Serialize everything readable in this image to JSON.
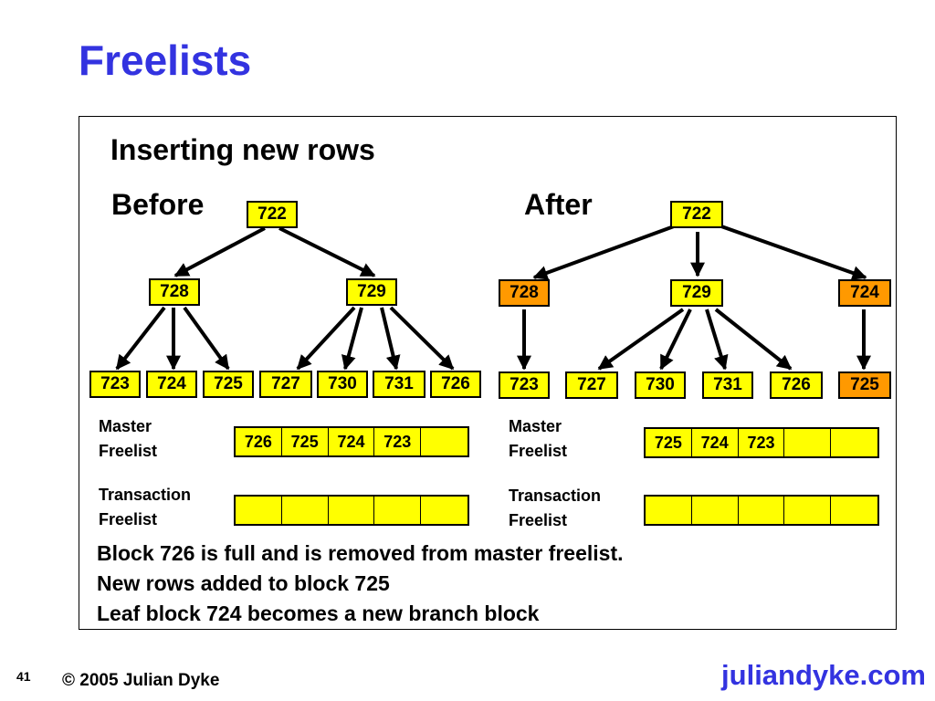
{
  "slide": {
    "title": "Freelists",
    "subtitle": "Inserting new rows",
    "before_label": "Before",
    "after_label": "After",
    "master_freelist_label": [
      "Master",
      "Freelist"
    ],
    "transaction_freelist_label": [
      "Transaction",
      "Freelist"
    ],
    "notes": [
      "Block 726 is full and is removed from master freelist.",
      "New rows added to block 725",
      "Leaf block 724 becomes a new branch block"
    ],
    "page_number": "41",
    "copyright": "© 2005 Julian Dyke",
    "website": "juliandyke.com"
  },
  "colors": {
    "title": "#3333e0",
    "block": "#ffff00",
    "changed_block": "#ff9900"
  },
  "before": {
    "root": "722",
    "branches": [
      "728",
      "729"
    ],
    "leaves": [
      "723",
      "724",
      "725",
      "727",
      "730",
      "731",
      "726"
    ],
    "master_freelist": [
      "726",
      "725",
      "724",
      "723",
      ""
    ],
    "transaction_freelist": [
      "",
      "",
      "",
      "",
      ""
    ]
  },
  "after": {
    "root": "722",
    "branches": [
      "728",
      "729",
      "724"
    ],
    "leaves": [
      "723",
      "727",
      "730",
      "731",
      "726",
      "725"
    ],
    "master_freelist": [
      "725",
      "724",
      "723",
      "",
      ""
    ],
    "transaction_freelist": [
      "",
      "",
      "",
      "",
      ""
    ]
  }
}
